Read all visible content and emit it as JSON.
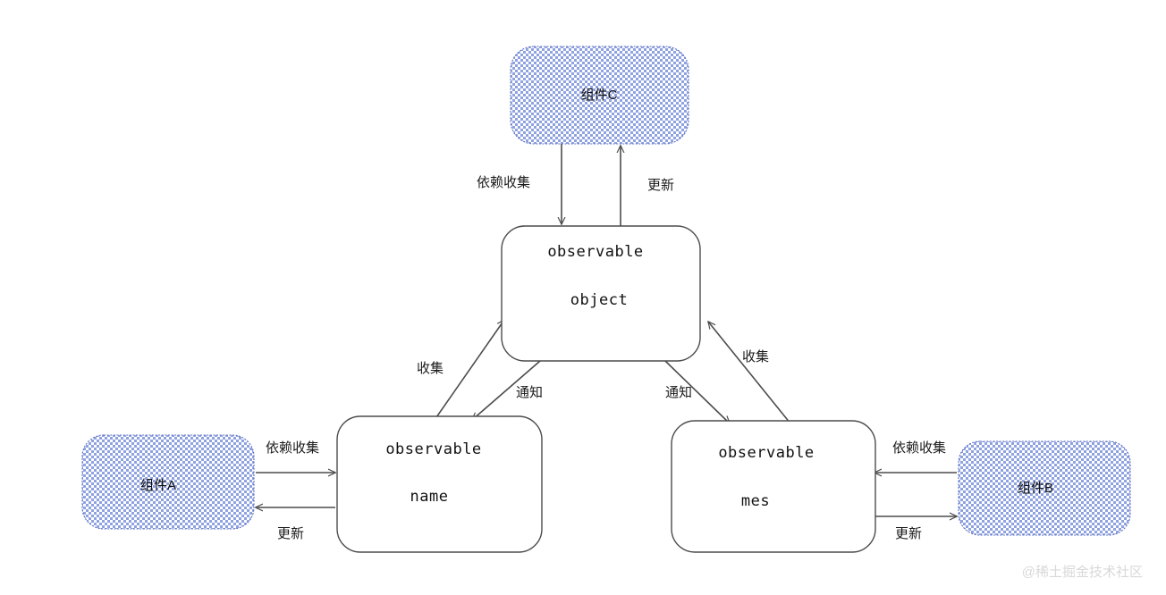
{
  "diagram": {
    "title": "observable dependency collection diagram",
    "background_color": "#ffffff",
    "node_fill_pattern_color": "#8fa2e0",
    "node_fill_base_color": "#ffffff",
    "node_stroke_color": "#5b6fc4",
    "plain_node_stroke_color": "#4c4c4c",
    "edge_color": "#4c4c4c"
  },
  "nodes": {
    "component_c": {
      "label": "组件C",
      "style": "hatched"
    },
    "component_a": {
      "label": "组件A",
      "style": "hatched"
    },
    "component_b": {
      "label": "组件B",
      "style": "hatched"
    },
    "observable_object": {
      "line1": "observable",
      "line2": "object",
      "style": "plain"
    },
    "observable_name": {
      "line1": "observable",
      "line2": "name",
      "style": "plain"
    },
    "observable_mes": {
      "line1": "observable",
      "line2": "mes",
      "style": "plain"
    }
  },
  "edges": {
    "c_to_object": {
      "label": "依赖收集",
      "from": "组件C",
      "to": "observable object",
      "direction": "down"
    },
    "object_to_c": {
      "label": "更新",
      "from": "observable object",
      "to": "组件C",
      "direction": "up"
    },
    "name_to_object": {
      "label": "收集",
      "from": "observable name",
      "to": "observable object",
      "direction": "up-right"
    },
    "object_to_name": {
      "label": "通知",
      "from": "observable object",
      "to": "observable name",
      "direction": "down-left"
    },
    "mes_to_object": {
      "label": "收集",
      "from": "observable mes",
      "to": "observable object",
      "direction": "up-left"
    },
    "object_to_mes": {
      "label": "通知",
      "from": "observable object",
      "to": "observable mes",
      "direction": "down-right"
    },
    "a_to_name": {
      "label": "依赖收集",
      "from": "组件A",
      "to": "observable name",
      "direction": "right"
    },
    "name_to_a": {
      "label": "更新",
      "from": "observable name",
      "to": "组件A",
      "direction": "left"
    },
    "b_to_mes": {
      "label": "依赖收集",
      "from": "组件B",
      "to": "observable mes",
      "direction": "left"
    },
    "mes_to_b": {
      "label": "更新",
      "from": "observable mes",
      "to": "组件B",
      "direction": "right"
    }
  },
  "watermark": {
    "text": "@稀土掘金技术社区"
  }
}
